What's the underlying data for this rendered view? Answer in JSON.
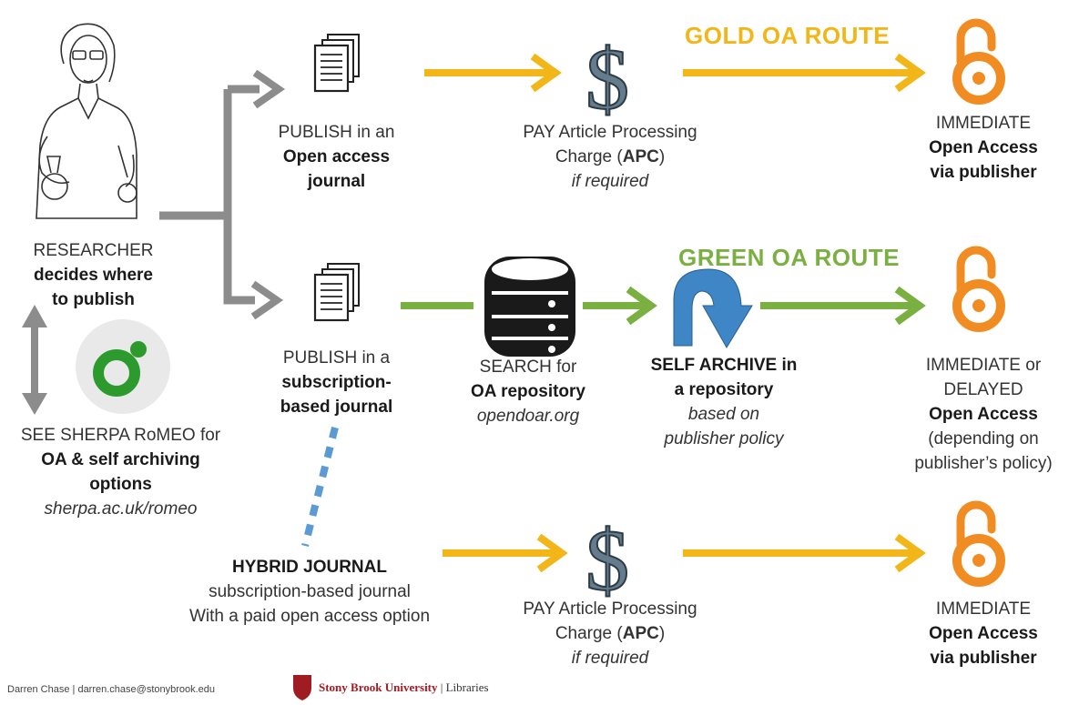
{
  "colors": {
    "gold": "#f2b619",
    "green": "#79b041",
    "gray": "#8c8c8c",
    "oa": "#f08c22",
    "blue_dash": "#5b9ad5",
    "romeo_green": "#2c9a2d"
  },
  "icons": [
    "researcher-illustration",
    "document-stack-icon",
    "dollar-sign-icon",
    "open-access-lock-icon",
    "database-icon",
    "self-archive-arrow-icon",
    "sherpa-romeo-logo",
    "stony-brook-shield-icon"
  ],
  "researcher": {
    "line1": "RESEARCHER",
    "line2": "decides where",
    "line3": "to publish"
  },
  "sherpa": {
    "line1": "SEE SHERPA RoMEO for",
    "line2": "OA & self archiving",
    "line3": "options",
    "url": "sherpa.ac.uk/romeo"
  },
  "gold_route": {
    "label": "GOLD OA ROUTE",
    "publish": {
      "line1": "PUBLISH in an",
      "line2": "Open access",
      "line3": "journal"
    },
    "pay": {
      "line1": "PAY Article Processing",
      "line2_pre": "Charge (",
      "line2_bold": "APC",
      "line2_post": ")",
      "line3": "if required"
    },
    "result": {
      "line1": "IMMEDIATE",
      "line2": "Open Access",
      "line3": "via publisher"
    }
  },
  "green_route": {
    "label": "GREEN OA ROUTE",
    "publish": {
      "line1": "PUBLISH in a",
      "line2": "subscription-",
      "line3": "based journal"
    },
    "search": {
      "line1": "SEARCH for",
      "line2": "OA repository",
      "line3": "opendoar.org"
    },
    "archive": {
      "line1": "SELF ARCHIVE in",
      "line2": "a repository",
      "line3": "based on",
      "line4": "publisher policy"
    },
    "result": {
      "line1": "IMMEDIATE or",
      "line2": "DELAYED",
      "line3": "Open Access",
      "line4": "(depending on",
      "line5": "publisher’s policy)"
    }
  },
  "hybrid_route": {
    "journal": {
      "line1": "HYBRID JOURNAL",
      "line2": "subscription-based journal",
      "line3": "With a paid open access option"
    },
    "pay": {
      "line1": "PAY Article Processing",
      "line2_pre": "Charge (",
      "line2_bold": "APC",
      "line2_post": ")",
      "line3": "if required"
    },
    "result": {
      "line1": "IMMEDIATE",
      "line2": "Open Access",
      "line3": "via publisher"
    }
  },
  "footer": {
    "credit": "Darren Chase | darren.chase@stonybrook.edu",
    "org_name": "Stony Brook",
    "org_university": "University",
    "org_libraries": "| Libraries"
  }
}
